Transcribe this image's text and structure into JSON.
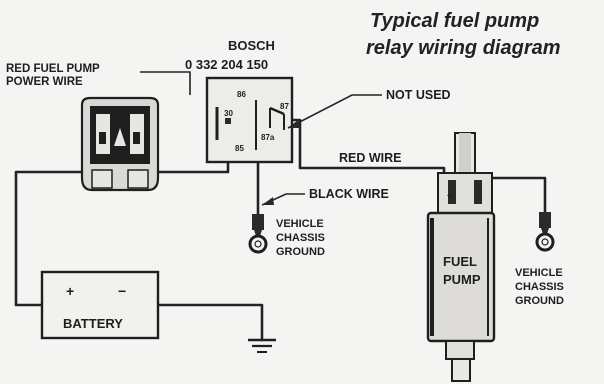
{
  "title_line1": "Typical fuel pump",
  "title_line2": "relay wiring diagram",
  "relay": {
    "brand": "BOSCH",
    "part_number": "0 332 204 150",
    "pins": {
      "p86": "86",
      "p87": "87",
      "p30": "30",
      "p87a": "87a",
      "p85": "85"
    }
  },
  "labels": {
    "power_wire_line1": "RED FUEL PUMP",
    "power_wire_line2": "POWER WIRE",
    "not_used": "NOT USED",
    "red_wire": "RED WIRE",
    "black_wire": "BLACK WIRE",
    "ground_relay": [
      "VEHICLE",
      "CHASSIS",
      "GROUND"
    ],
    "ground_pump": [
      "VEHICLE",
      "CHASSIS",
      "GROUND"
    ],
    "battery": "BATTERY",
    "battery_plus": "+",
    "battery_minus": "−",
    "pump_line1": "FUEL",
    "pump_line2": "PUMP",
    "pump_plus": "+"
  }
}
